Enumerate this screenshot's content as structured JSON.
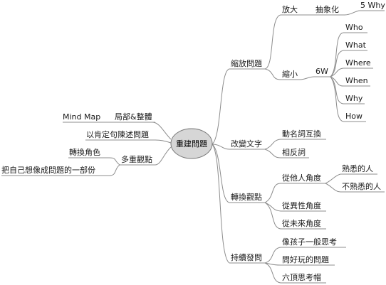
{
  "center": "重建問題",
  "colors": {
    "center_fill": "#d6d6d6",
    "center_stroke": "#7a7a7a",
    "line": "#8c8c8c",
    "text": "#1a1a1a"
  },
  "right": {
    "zoom": {
      "label": "縮放問題",
      "enlarge": {
        "label": "放大",
        "abstract": "抽象化",
        "five_why": "5 Why"
      },
      "shrink": {
        "label": "縮小",
        "six_w": "6W",
        "items": [
          "Who",
          "What",
          "Where",
          "When",
          "Why",
          "How"
        ]
      }
    },
    "rewrite": {
      "label": "改變文字",
      "items": [
        "動名詞互換",
        "相反詞"
      ]
    },
    "perspective": {
      "label": "轉換觀點",
      "others": {
        "label": "從他人角度",
        "items": [
          "熟悉的人",
          "不熟悉的人"
        ]
      },
      "opposite_sex": "從異性角度",
      "future": "從未來角度"
    },
    "keep_asking": {
      "label": "持續發問",
      "items": [
        "像孩子一般思考",
        "問好玩的問題",
        "六頂思考帽"
      ]
    }
  },
  "left": {
    "part_whole": {
      "label": "局部&整體",
      "mind_map": "Mind Map"
    },
    "positive": "以肯定句陳述問題",
    "multi_view": {
      "label": "多重觀點",
      "items": [
        "轉換角色",
        "把自己想像成問題的一部份"
      ]
    }
  }
}
